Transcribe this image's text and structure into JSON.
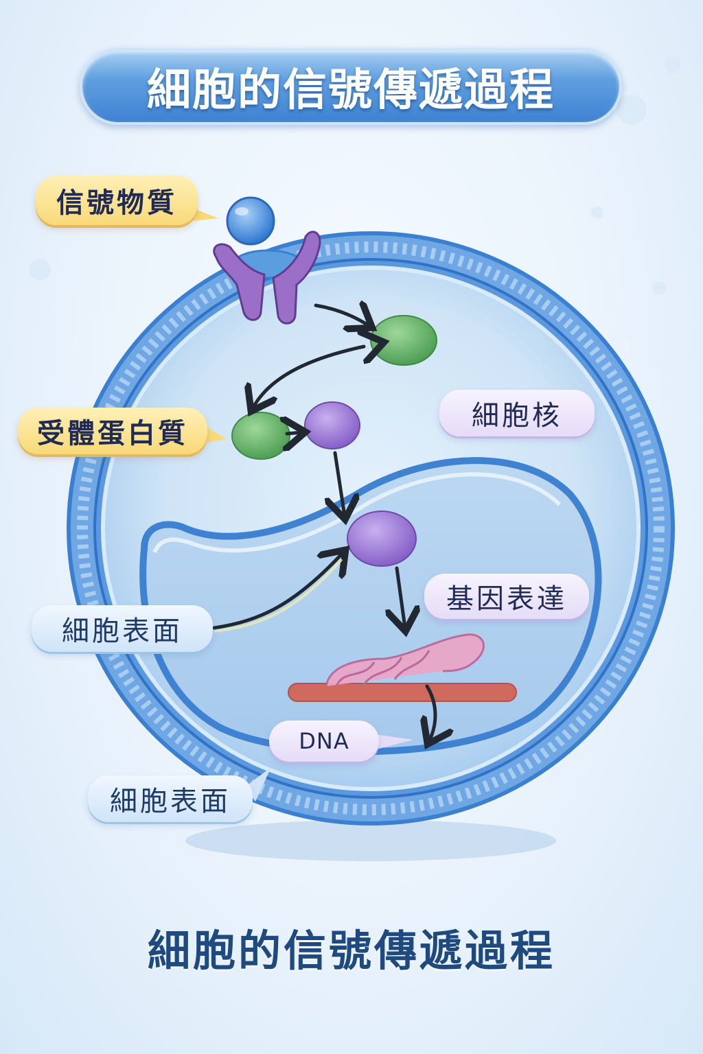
{
  "title": "細胞的信號傳遞過程",
  "footer_title": "細胞的信號傳遞過程",
  "labels": {
    "signal_substance": "信號物質",
    "receptor_protein": "受體蛋白質",
    "nucleus": "細胞核",
    "cell_surface_1": "細胞表面",
    "gene_expression": "基因表達",
    "dna": "DNA",
    "cell_surface_2": "細胞表面"
  },
  "colors": {
    "membrane": "#4a8fdc",
    "cytoplasm": "#cfe4f6",
    "signal_molecule": "#3f8ee0",
    "receptor": "#9b6fc7",
    "green_protein": "#6ab56a",
    "purple_protein": "#9a78d6",
    "dna_bar": "#d06a5e",
    "chromatin": "#e79ac2",
    "arrow": "#222831",
    "title_text": "#1e4a80"
  }
}
